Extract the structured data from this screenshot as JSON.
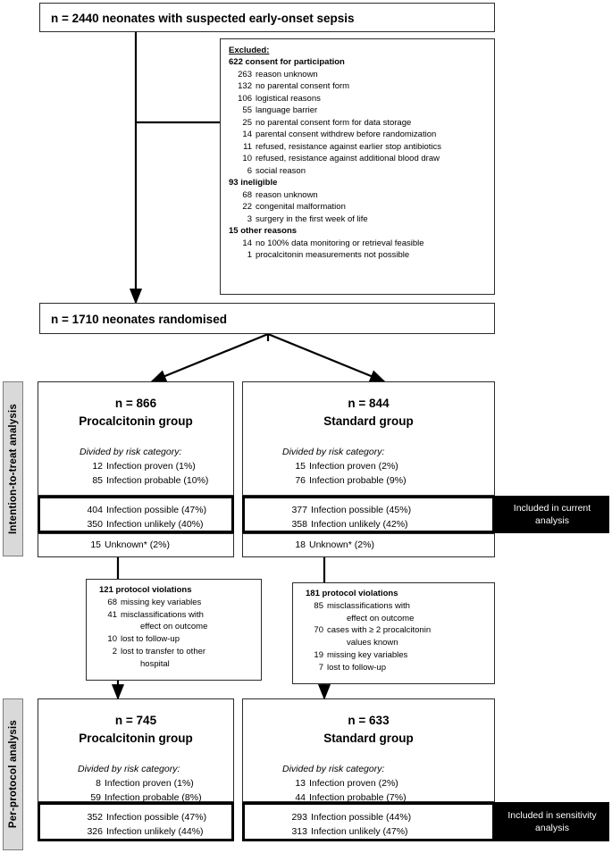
{
  "top_box": {
    "text": "n = 2440 neonates with suspected early-onset sepsis"
  },
  "excluded_box": {
    "title": "Excluded:",
    "groups": [
      {
        "count": "622",
        "label": "consent for participation",
        "items": [
          {
            "n": "263",
            "text": "reason unknown"
          },
          {
            "n": "132",
            "text": "no parental consent form"
          },
          {
            "n": "106",
            "text": "logistical reasons"
          },
          {
            "n": "55",
            "text": "language barrier"
          },
          {
            "n": "25",
            "text": "no parental consent form for data storage"
          },
          {
            "n": "14",
            "text": "parental consent withdrew before randomization"
          },
          {
            "n": "11",
            "text": "refused, resistance against earlier stop antibiotics"
          },
          {
            "n": "10",
            "text": "refused, resistance against additional blood draw"
          },
          {
            "n": "6",
            "text": "social reason"
          }
        ]
      },
      {
        "count": "93",
        "label": "ineligible",
        "items": [
          {
            "n": "68",
            "text": "reason unknown"
          },
          {
            "n": "22",
            "text": "congenital malformation"
          },
          {
            "n": "3",
            "text": "surgery in the first week of life"
          }
        ]
      },
      {
        "count": "15",
        "label": "other reasons",
        "items": [
          {
            "n": "14",
            "text": "no 100% data monitoring or retrieval feasible"
          },
          {
            "n": "1",
            "text": "procalcitonin measurements not possible"
          }
        ]
      }
    ]
  },
  "randomised_box": {
    "text": "n = 1710 neonates randomised"
  },
  "sidebars": {
    "itt": "Intention-to-treat analysis",
    "pp": "Per-protocol analysis"
  },
  "itt": {
    "left": {
      "n_line": "n = 866",
      "group_line": "Procalcitonin group",
      "divided_label": "Divided by risk category:",
      "rows_top": [
        {
          "n": "12",
          "text": "Infection proven (1%)"
        },
        {
          "n": "85",
          "text": "Infection probable (10%)"
        }
      ],
      "rows_highlight": [
        {
          "n": "404",
          "text": "Infection possible (47%)"
        },
        {
          "n": "350",
          "text": "Infection unlikely (40%)"
        }
      ],
      "rows_unknown": [
        {
          "n": "15",
          "text": "Unknown* (2%)"
        }
      ]
    },
    "right": {
      "n_line": "n = 844",
      "group_line": "Standard group",
      "divided_label": "Divided by risk category:",
      "rows_top": [
        {
          "n": "15",
          "text": "Infection proven (2%)"
        },
        {
          "n": "76",
          "text": "Infection probable (9%)"
        }
      ],
      "rows_highlight": [
        {
          "n": "377",
          "text": "Infection possible (45%)"
        },
        {
          "n": "358",
          "text": "Infection unlikely (42%)"
        }
      ],
      "rows_unknown": [
        {
          "n": "18",
          "text": "Unknown* (2%)"
        }
      ]
    },
    "badge": "Included in current analysis"
  },
  "violations": {
    "left": {
      "head_n": "121",
      "head_text": "protocol violations",
      "items": [
        {
          "n": "68",
          "text": " missing key variables",
          "cont": ""
        },
        {
          "n": "41",
          "text": "misclassifications with",
          "cont": "effect on outcome"
        },
        {
          "n": "10",
          "text": "lost to follow-up",
          "cont": ""
        },
        {
          "n": "2",
          "text": "lost to transfer to other",
          "cont": "hospital"
        }
      ]
    },
    "right": {
      "head_n": "181",
      "head_text": "protocol violations",
      "items": [
        {
          "n": "85",
          "text": "misclassifications with",
          "cont": "effect on outcome"
        },
        {
          "n": "70",
          "text": "cases with ≥ 2 procalcitonin",
          "cont": "values known"
        },
        {
          "n": "19",
          "text": " missing key variables",
          "cont": ""
        },
        {
          "n": "7",
          "text": "lost to follow-up",
          "cont": ""
        }
      ]
    }
  },
  "pp": {
    "left": {
      "n_line": "n = 745",
      "group_line": "Procalcitonin group",
      "divided_label": "Divided by risk category:",
      "rows_top": [
        {
          "n": "8",
          "text": "Infection proven (1%)"
        },
        {
          "n": "59",
          "text": "Infection probable (8%)"
        }
      ],
      "rows_highlight": [
        {
          "n": "352",
          "text": "Infection possible (47%)"
        },
        {
          "n": "326",
          "text": "Infection unlikely (44%)"
        }
      ]
    },
    "right": {
      "n_line": "n = 633",
      "group_line": "Standard group",
      "divided_label": "Divided by risk category:",
      "rows_top": [
        {
          "n": "13",
          "text": "Infection proven (2%)"
        },
        {
          "n": "44",
          "text": "Infection probable (7%)"
        }
      ],
      "rows_highlight": [
        {
          "n": "293",
          "text": "Infection possible (44%)"
        },
        {
          "n": "313",
          "text": "Infection unlikely (47%)"
        }
      ]
    },
    "badge": "Included in sensitivity analysis"
  },
  "colors": {
    "border": "#2b2b2b",
    "thick": "#000000",
    "sidebar_bg": "#d9d9d9",
    "badge_bg": "#000000",
    "badge_fg": "#ffffff"
  }
}
